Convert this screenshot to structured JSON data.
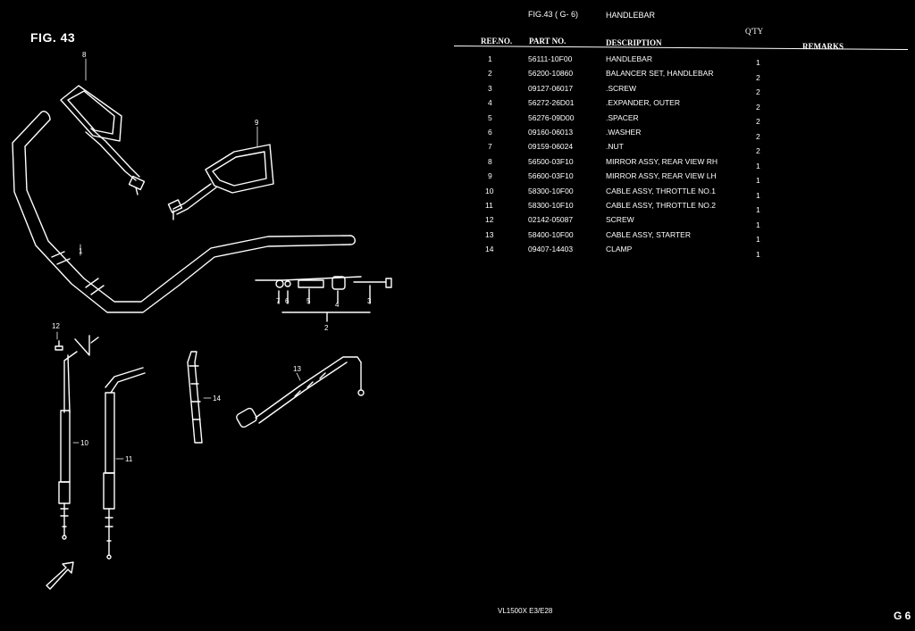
{
  "figure": {
    "label": "FIG. 43",
    "ref": "FIG.43 ( G- 6)",
    "title": "HANDLEBAR"
  },
  "columns": {
    "ref_no": "REF.NO.",
    "part_no": "PART NO.",
    "description": "DESCRIPTION",
    "qty": "Q'TY",
    "remarks": "REMARKS"
  },
  "parts": [
    {
      "ref": "1",
      "part": "56111-10F00",
      "desc": "HANDLEBAR",
      "qty": "1"
    },
    {
      "ref": "2",
      "part": "56200-10860",
      "desc": "BALANCER SET, HANDLEBAR",
      "qty": "2"
    },
    {
      "ref": "3",
      "part": "09127-06017",
      "desc": ".SCREW",
      "qty": "2"
    },
    {
      "ref": "4",
      "part": "56272-26D01",
      "desc": ".EXPANDER, OUTER",
      "qty": "2"
    },
    {
      "ref": "5",
      "part": "56276-09D00",
      "desc": ".SPACER",
      "qty": "2"
    },
    {
      "ref": "6",
      "part": "09160-06013",
      "desc": ".WASHER",
      "qty": "2"
    },
    {
      "ref": "7",
      "part": "09159-06024",
      "desc": ".NUT",
      "qty": "2"
    },
    {
      "ref": "8",
      "part": "56500-03F10",
      "desc": "MIRROR ASSY, REAR VIEW RH",
      "qty": "1"
    },
    {
      "ref": "9",
      "part": "56600-03F10",
      "desc": "MIRROR ASSY, REAR VIEW LH",
      "qty": "1"
    },
    {
      "ref": "10",
      "part": "58300-10F00",
      "desc": "CABLE ASSY, THROTTLE NO.1",
      "qty": "1"
    },
    {
      "ref": "11",
      "part": "58300-10F10",
      "desc": "CABLE ASSY, THROTTLE NO.2",
      "qty": "1"
    },
    {
      "ref": "12",
      "part": "02142-05087",
      "desc": "SCREW",
      "qty": "1"
    },
    {
      "ref": "13",
      "part": "58400-10F00",
      "desc": "CABLE ASSY, STARTER",
      "qty": "1"
    },
    {
      "ref": "14",
      "part": "09407-14403",
      "desc": "CLAMP",
      "qty": "1"
    }
  ],
  "callouts": [
    "1",
    "2",
    "3",
    "4",
    "5",
    "6",
    "7",
    "8",
    "9",
    "10",
    "11",
    "12",
    "13",
    "14"
  ],
  "footer": {
    "model": "VL1500X  E3/E28",
    "page": "G 6"
  }
}
